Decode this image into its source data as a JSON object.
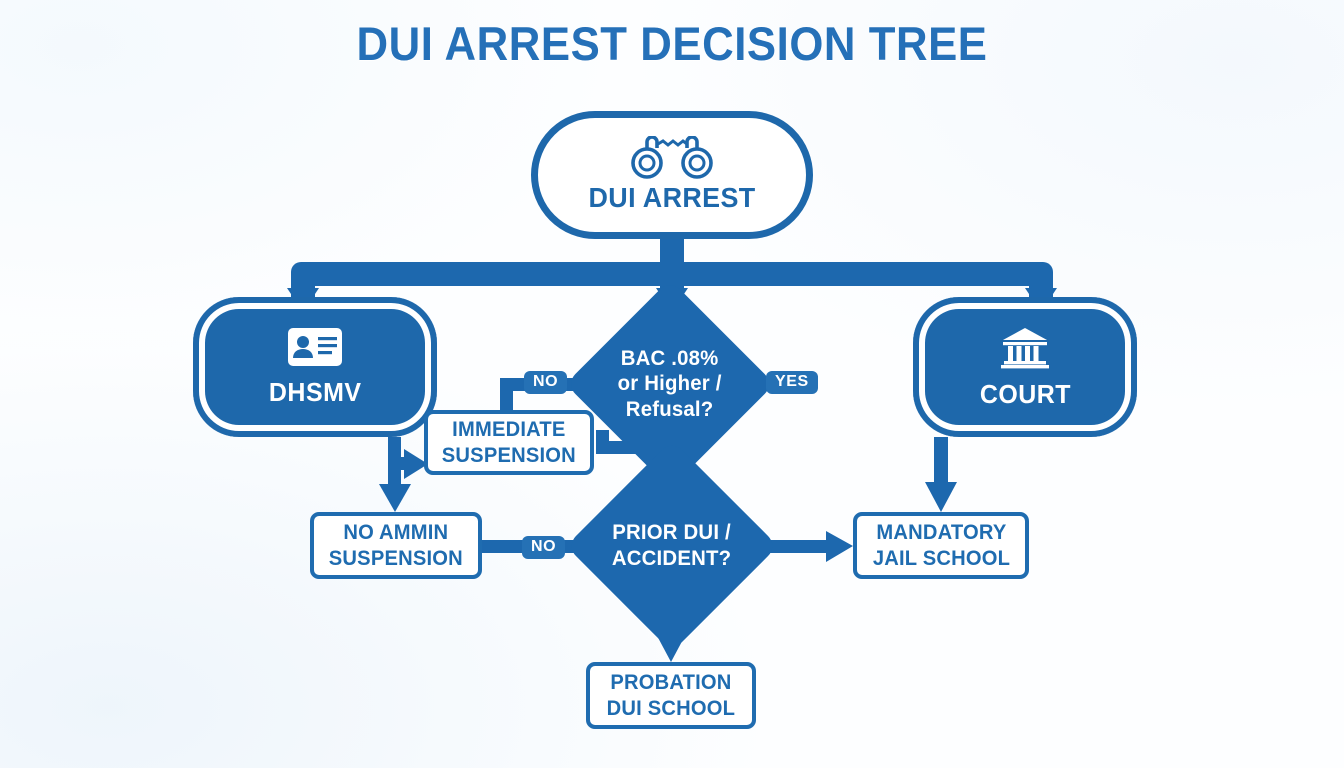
{
  "title": "DUI ARREST DECISION TREE",
  "theme": {
    "primary": "#1e68ab",
    "accent": "#2571b5",
    "background": "#fdfeff",
    "node_text_on_fill": "#ffffff"
  },
  "nodes": {
    "root": {
      "label": "DUI ARREST",
      "icon": "handcuffs-icon",
      "shape": "rounded-pill",
      "style": "outline"
    },
    "dhsmv": {
      "label": "DHSMV",
      "icon": "id-card-icon",
      "shape": "rounded-rect",
      "style": "filled"
    },
    "court": {
      "label": "COURT",
      "icon": "courthouse-icon",
      "shape": "rounded-rect",
      "style": "filled"
    },
    "bac_decision": {
      "label": "BAC .08%\nor Higher /\nRefusal?",
      "shape": "diamond",
      "style": "filled"
    },
    "prior_decision": {
      "label": "PRIOR DUI /\nACCIDENT?",
      "shape": "diamond",
      "style": "filled"
    },
    "immediate_suspension": {
      "label": "IMMEDIATE\nSUSPENSION",
      "shape": "rect",
      "style": "outline"
    },
    "no_admin_suspension": {
      "label": "NO AMMIN\nSUSPENSION",
      "shape": "rect",
      "style": "outline"
    },
    "mandatory_jail": {
      "label": "MANDATORY\nJAIL SCHOOL",
      "shape": "rect",
      "style": "outline"
    },
    "probation": {
      "label": "PROBATION\nDUI SCHOOL",
      "shape": "rect",
      "style": "outline"
    }
  },
  "edge_labels": {
    "bac_no": "NO",
    "bac_yes": "YES",
    "prior_no": "NO"
  },
  "chart_data": {
    "type": "diagram",
    "title": "DUI ARREST DECISION TREE",
    "diagram_kind": "decision-tree-flowchart",
    "nodes": [
      {
        "id": "root",
        "text": "DUI ARREST",
        "shape": "rounded-pill",
        "icon": "handcuffs-icon"
      },
      {
        "id": "dhsmv",
        "text": "DHSMV",
        "shape": "rounded-rect",
        "icon": "id-card-icon"
      },
      {
        "id": "bac_decision",
        "text": "BAC .08% or Higher / Refusal?",
        "shape": "diamond"
      },
      {
        "id": "court",
        "text": "COURT",
        "shape": "rounded-rect",
        "icon": "courthouse-icon"
      },
      {
        "id": "immediate_suspension",
        "text": "IMMEDIATE SUSPENSION",
        "shape": "rect"
      },
      {
        "id": "no_admin_suspension",
        "text": "NO AMMIN SUSPENSION",
        "shape": "rect"
      },
      {
        "id": "prior_decision",
        "text": "PRIOR DUI / ACCIDENT?",
        "shape": "diamond"
      },
      {
        "id": "mandatory_jail",
        "text": "MANDATORY JAIL SCHOOL",
        "shape": "rect"
      },
      {
        "id": "probation",
        "text": "PROBATION DUI SCHOOL",
        "shape": "rect"
      }
    ],
    "edges": [
      {
        "from": "root",
        "to": "dhsmv",
        "label": ""
      },
      {
        "from": "root",
        "to": "bac_decision",
        "label": ""
      },
      {
        "from": "root",
        "to": "court",
        "label": ""
      },
      {
        "from": "bac_decision",
        "to": "immediate_suspension",
        "label": "YES"
      },
      {
        "from": "bac_decision",
        "to": "immediate_suspension",
        "label": "NO"
      },
      {
        "from": "dhsmv",
        "to": "immediate_suspension",
        "label": ""
      },
      {
        "from": "dhsmv",
        "to": "no_admin_suspension",
        "label": ""
      },
      {
        "from": "prior_decision",
        "to": "no_admin_suspension",
        "label": "NO"
      },
      {
        "from": "prior_decision",
        "to": "mandatory_jail",
        "label": ""
      },
      {
        "from": "prior_decision",
        "to": "probation",
        "label": ""
      },
      {
        "from": "court",
        "to": "mandatory_jail",
        "label": ""
      }
    ]
  }
}
